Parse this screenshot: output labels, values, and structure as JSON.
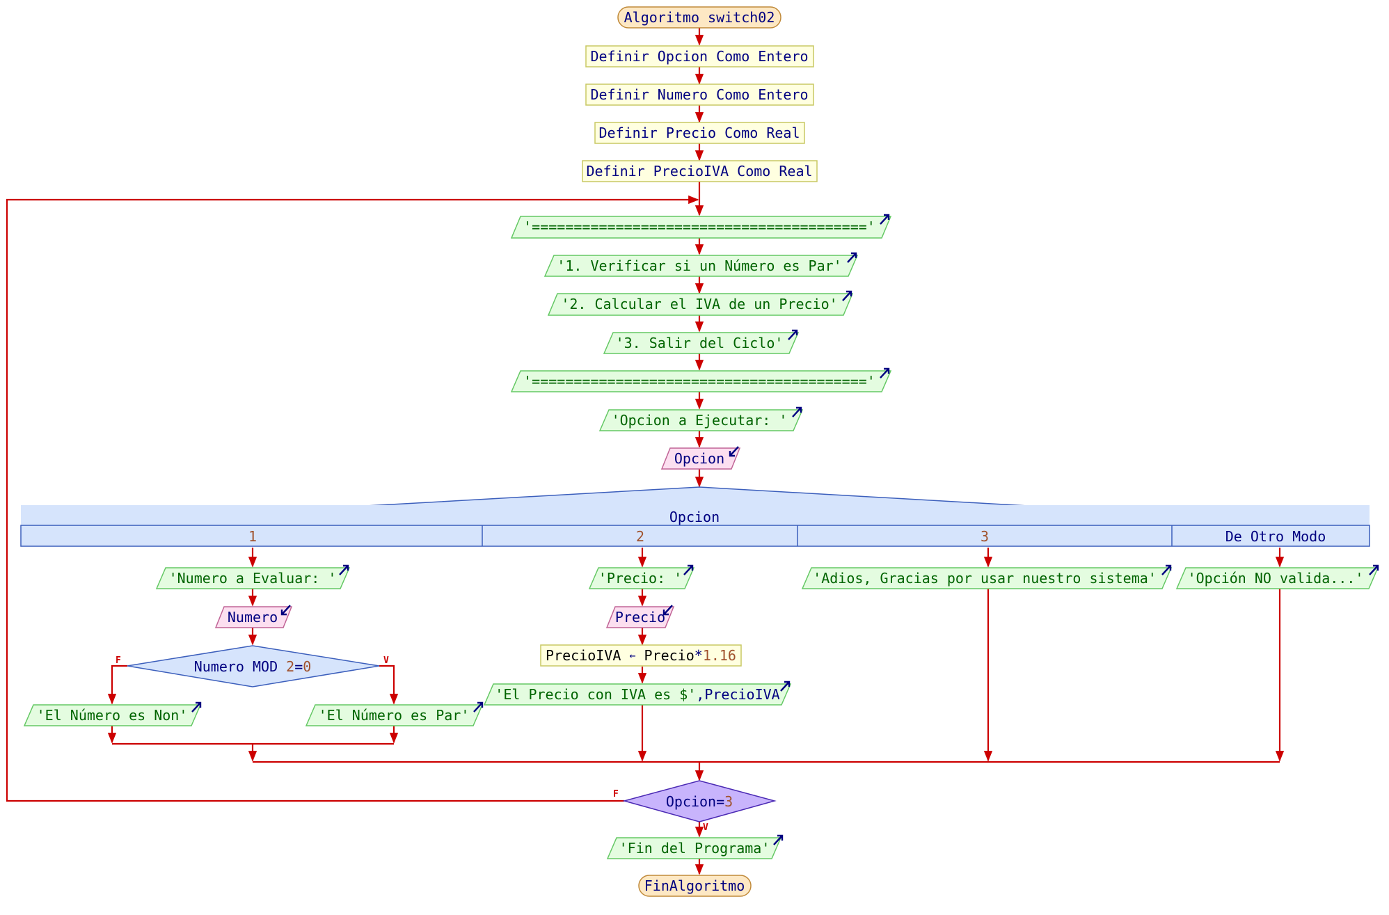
{
  "diagram": {
    "title": "Algoritmo switch02",
    "colors": {
      "edge": "#cc0000",
      "terminal_fill": "#fde8c4",
      "terminal_stroke": "#c08a3a",
      "process_fill": "#ffffe0",
      "process_stroke": "#c8c864",
      "output_fill": "#e4fce0",
      "output_stroke": "#64c864",
      "input_fill": "#fcdff0",
      "input_stroke": "#c06496",
      "switch_fill": "#d6e4fc",
      "switch_stroke": "#3c5fbc",
      "decision_fill": "#d6e4fc",
      "loop_decision_fill": "#c8b4fc",
      "loop_decision_stroke": "#4b2ab4",
      "text": "#000080",
      "string_text": "#006400",
      "number_text": "#a0522d"
    },
    "nodes": {
      "start": {
        "text": "Algoritmo switch02",
        "type": "terminal"
      },
      "def_opcion": {
        "text": "Definir Opcion Como Entero",
        "type": "process"
      },
      "def_numero": {
        "text": "Definir Numero Como Entero",
        "type": "process"
      },
      "def_precio": {
        "text": "Definir Precio Como Real",
        "type": "process"
      },
      "def_precioiva": {
        "text": "Definir PrecioIVA Como Real",
        "type": "process"
      },
      "out_sep1": {
        "text": "'========================================'",
        "type": "output"
      },
      "out_menu1": {
        "text": "'1. Verificar si un Número es Par'",
        "type": "output"
      },
      "out_menu2": {
        "text": "'2. Calcular el IVA de un Precio'",
        "type": "output"
      },
      "out_menu3": {
        "text": "'3. Salir del Ciclo'",
        "type": "output"
      },
      "out_sep2": {
        "text": "'========================================'",
        "type": "output"
      },
      "out_prompt": {
        "text": "'Opcion a Ejecutar: '",
        "type": "output"
      },
      "in_opcion": {
        "text": "Opcion",
        "type": "input"
      },
      "switch": {
        "variable": "Opcion",
        "cases": [
          {
            "label": "1",
            "kind": "number"
          },
          {
            "label": "2",
            "kind": "number"
          },
          {
            "label": "3",
            "kind": "number"
          },
          {
            "label": "De Otro Modo",
            "kind": "text"
          }
        ]
      },
      "c1_out": {
        "text": "'Numero a Evaluar: '",
        "type": "output"
      },
      "c1_in": {
        "text": "Numero",
        "type": "input"
      },
      "c1_if": {
        "text_var": "Numero MOD ",
        "text_num": "2",
        "text_op": "=",
        "text_num2": "0",
        "false_label": "F",
        "true_label": "V"
      },
      "c1_false_out": {
        "text": "'El Número es Non'",
        "type": "output"
      },
      "c1_true_out": {
        "text": "'El Número es Par'",
        "type": "output"
      },
      "c2_out": {
        "text": "'Precio: '",
        "type": "output"
      },
      "c2_in": {
        "text": "Precio",
        "type": "input"
      },
      "c2_assign": {
        "lhs": "PrecioIVA ",
        "arrow": "←",
        "rhs": " Precio",
        "op": "*",
        "num": "1.16",
        "type": "process"
      },
      "c2_result": {
        "text_str": "'El Precio con IVA es $'",
        "text_var": ",PrecioIVA",
        "type": "output"
      },
      "c3_out": {
        "text": "'Adios, Gracias por usar nuestro sistema'",
        "type": "output"
      },
      "default_out": {
        "text": "'Opción NO valida...'",
        "type": "output"
      },
      "loop_cond": {
        "text_var": "Opcion=",
        "text_num": "3",
        "false_label": "F",
        "true_label": "V"
      },
      "out_end": {
        "text": "'Fin del Programa'",
        "type": "output"
      },
      "end": {
        "text": "FinAlgoritmo",
        "type": "terminal"
      }
    }
  }
}
